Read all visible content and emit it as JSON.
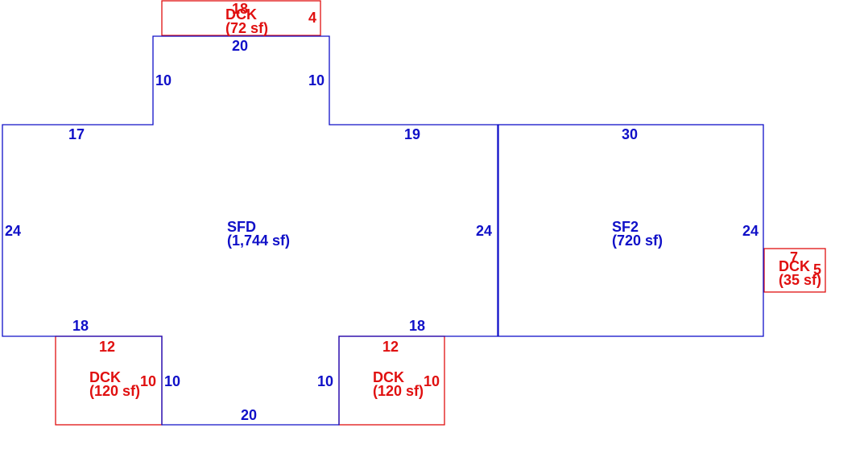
{
  "colors": {
    "main_area": "#1010c8",
    "deck_area": "#e01010"
  },
  "areas": {
    "sfd": {
      "name": "SFD",
      "area": "(1,744 sf)",
      "dims": {
        "top_left": "17",
        "bump_top": "20",
        "bump_left": "10",
        "bump_right": "10",
        "top_right": "19",
        "left": "24",
        "right": "24",
        "bottom_left": "18",
        "bottom_right": "18",
        "notch_left": "10",
        "notch_right": "10",
        "notch_bottom": "20"
      }
    },
    "sf2": {
      "name": "SF2",
      "area": "(720 sf)",
      "dims": {
        "top": "30",
        "right": "24"
      }
    },
    "deck_top": {
      "name": "DCK",
      "area": "(72 sf)",
      "dims": {
        "top": "18",
        "right": "4"
      }
    },
    "deck_right": {
      "name": "DCK",
      "area": "(35 sf)",
      "dims": {
        "top": "7",
        "right": "5"
      }
    },
    "deck_bottom_left": {
      "name": "DCK",
      "area": "(120 sf)",
      "dims": {
        "top": "12",
        "right": "10"
      }
    },
    "deck_bottom_mid": {
      "name": "DCK",
      "area": "(120 sf)",
      "dims": {
        "top": "12",
        "right": "10"
      }
    }
  }
}
